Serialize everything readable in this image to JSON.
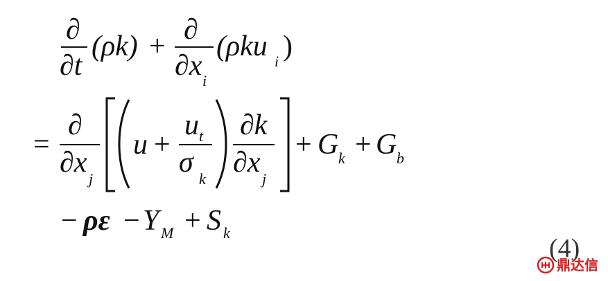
{
  "equation": {
    "line1": {
      "partial_sym": "∂",
      "frac1_den": "∂t",
      "term1": "(ρk)",
      "plus": "+",
      "frac2_den_main": "∂x",
      "frac2_den_sub": "i",
      "term2_main": "(ρku",
      "term2_sub": "i",
      "term2_close": ")"
    },
    "line2": {
      "equals": "=",
      "partial_sym": "∂",
      "frac_den_main": "∂x",
      "frac_den_sub": "j",
      "u": "u",
      "plus": "+",
      "ut_main": "u",
      "ut_sub": "t",
      "sigma_main": "σ",
      "sigma_sub": "k",
      "dk_num": "∂k",
      "dk_den_main": "∂x",
      "dk_den_sub": "j",
      "gk_main": "G",
      "gk_sub": "k",
      "gb_main": "G",
      "gb_sub": "b"
    },
    "line3": {
      "minus1": "−",
      "rho_eps": "ρε",
      "minus2": "−",
      "ym_main": "Y",
      "ym_sub": "M",
      "plus": "+",
      "sk_main": "S",
      "sk_sub": "k"
    },
    "number": "(4)"
  },
  "watermark": {
    "text": "鼎达信",
    "color": "#d42020"
  }
}
